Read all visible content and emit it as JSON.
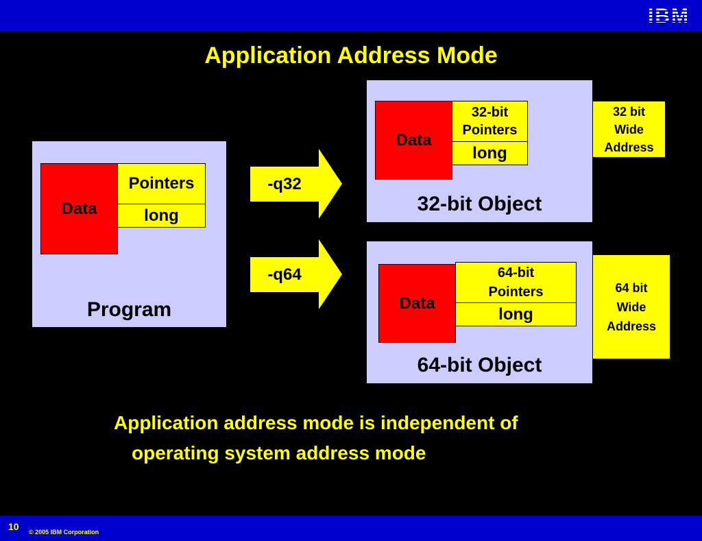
{
  "title": "Application Address Mode",
  "logo": "IBM",
  "program": {
    "label": "Program",
    "data": "Data",
    "pointers": "Pointers",
    "long": "long"
  },
  "arrows": {
    "q32": "-q32",
    "q64": "-q64"
  },
  "object32": {
    "label": "32-bit Object",
    "data": "Data",
    "pointers_line1": "32-bit",
    "pointers_line2": "Pointers",
    "long": "long",
    "address_line1": "32 bit",
    "address_line2": "Wide",
    "address_line3": "Address"
  },
  "object64": {
    "label": "64-bit Object",
    "data": "Data",
    "pointers_line1": "64-bit",
    "pointers_line2": "Pointers",
    "long": "long",
    "address_line1": "64 bit",
    "address_line2": "Wide",
    "address_line3": "Address"
  },
  "note": {
    "line1": "Application address mode is independent of",
    "line2": "operating system address mode"
  },
  "footer": {
    "slide_number": "10",
    "copyright": "© 2005 IBM Corporation"
  },
  "colors": {
    "background": "#000000",
    "bar": "#0000cc",
    "title": "#ffff00",
    "panel": "#ccccff",
    "data_box": "#ff0000",
    "highlight": "#ffff00"
  }
}
